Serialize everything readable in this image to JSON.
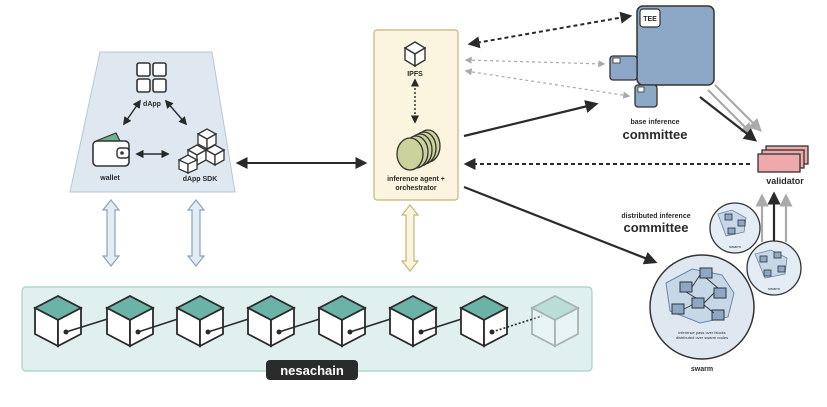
{
  "client": {
    "dapp_label": "dApp",
    "wallet_label": "wallet",
    "sdk_label": "dApp SDK"
  },
  "agent": {
    "ipfs_label": "IPFS",
    "orchestrator_label_line1": "inference agent +",
    "orchestrator_label_line2": "orchestrator"
  },
  "base_committee": {
    "tee_label": "TEE",
    "title_line1": "base inference",
    "title_line2": "committee"
  },
  "validator": {
    "label": "validator"
  },
  "distributed_committee": {
    "title_line1": "distributed inference",
    "title_line2": "committee",
    "swarm_label": "swarm",
    "swarm_small_label": "swarm",
    "swarm_note_line1": "inference pass over blocks",
    "swarm_note_line2": "distributed over swarm nodes"
  },
  "chain": {
    "label": "nesachain"
  },
  "colors": {
    "client_panel": "#dfe8f0",
    "agent_panel": "#fbf4df",
    "chain_panel": "#dff0ee",
    "block_top": "#6bb3a6",
    "committee": "#8ca8c6",
    "validator": "#eea9ad",
    "agent_coin": "#ccd29c"
  }
}
